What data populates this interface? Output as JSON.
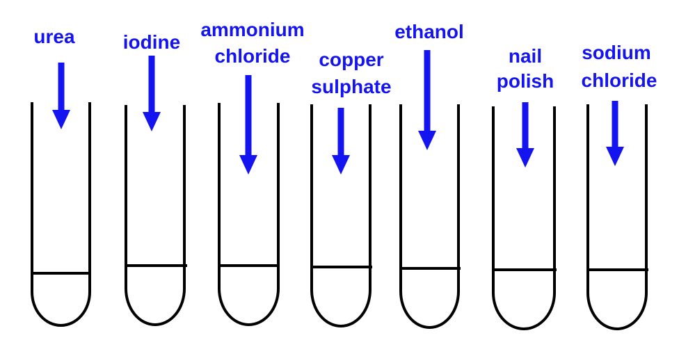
{
  "colors": {
    "label": "#1414f0",
    "tube": "#000000"
  },
  "tubes": [
    {
      "label_lines": [
        "urea"
      ]
    },
    {
      "label_lines": [
        "iodine"
      ]
    },
    {
      "label_lines": [
        "ammonium",
        "chloride"
      ]
    },
    {
      "label_lines": [
        "copper",
        "sulphate"
      ]
    },
    {
      "label_lines": [
        "ethanol"
      ]
    },
    {
      "label_lines": [
        "nail",
        "polish"
      ]
    },
    {
      "label_lines": [
        "sodium",
        "chloride"
      ]
    }
  ]
}
